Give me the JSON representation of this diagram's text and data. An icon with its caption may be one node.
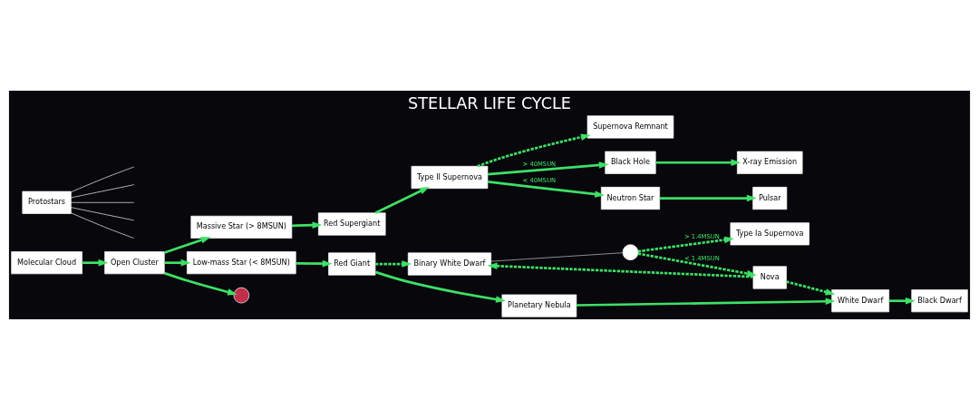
{
  "diagram": {
    "title": "STELLAR LIFE CYCLE",
    "nodes": [
      {
        "text": [
          "Molecular Cloud"
        ]
      },
      {
        "text": [
          "Open Cluster"
        ]
      },
      {
        "text": [
          "Protostars"
        ]
      },
      {
        "text": [
          "Massive Star (> 8MSUN)"
        ]
      },
      {
        "text": [
          "Low-mass Star (< 8MSUN)"
        ]
      },
      {
        "text": [],
        "shape": "circle"
      },
      {
        "text": [
          "Red Supergiant"
        ]
      },
      {
        "text": [
          "Type II Supernova"
        ]
      },
      {
        "text": [
          "Supernova Remnant"
        ]
      },
      {
        "text": [
          "Black Hole"
        ]
      },
      {
        "text": [
          "X-ray Emission"
        ]
      },
      {
        "text": [
          "Neutron Star"
        ]
      },
      {
        "text": [
          "Pulsar"
        ]
      },
      {
        "text": [
          "Red Giant"
        ]
      },
      {
        "text": [
          "Binary White Dwarf"
        ]
      },
      {
        "text": [],
        "shape": "circle"
      },
      {
        "text": [
          "Type Ia Supernova"
        ]
      },
      {
        "text": [
          "Nova"
        ]
      },
      {
        "text": [
          "Planetary Nebula"
        ]
      },
      {
        "text": [
          "White Dwarf"
        ]
      },
      {
        "text": [
          "Black Dwarf"
        ]
      }
    ],
    "edges": [
      {
        "from": 0,
        "to": 1,
        "arrow": "to"
      },
      {
        "from": 2,
        "to": null,
        "arrow": "none",
        "color": "#ffffff"
      },
      {
        "from": 2,
        "to": null,
        "arrow": "none",
        "color": "#ffffff"
      },
      {
        "from": 2,
        "to": null,
        "arrow": "none",
        "color": "#ffffff"
      },
      {
        "from": 2,
        "to": null,
        "arrow": "none",
        "color": "#ffffff"
      },
      {
        "from": 2,
        "to": null,
        "arrow": "none",
        "color": "#ffffff"
      },
      {
        "from": 1,
        "to": 3,
        "arrow": "to"
      },
      {
        "from": 1,
        "to": 4,
        "arrow": "to"
      },
      {
        "from": 1,
        "to": 5,
        "arrow": "to"
      },
      {
        "from": 3,
        "to": 6,
        "arrow": "to"
      },
      {
        "from": 6,
        "to": 7,
        "arrow": "to"
      },
      {
        "from": 7,
        "to": 8,
        "arrow": "to",
        "style": "dashed"
      },
      {
        "from": 7,
        "to": 9,
        "arrow": "to",
        "label": "> 40MSUN"
      },
      {
        "from": 7,
        "to": 11,
        "arrow": "to",
        "label": "< 40MSUN"
      },
      {
        "from": 9,
        "to": 10,
        "arrow": "to"
      },
      {
        "from": 11,
        "to": 12,
        "arrow": "to"
      },
      {
        "from": 4,
        "to": 13,
        "arrow": "to"
      },
      {
        "from": 13,
        "to": 14,
        "arrow": "to",
        "style": "dashed"
      },
      {
        "from": 14,
        "to": 15,
        "arrow": "none",
        "color": "#cccccc"
      },
      {
        "from": 15,
        "to": 16,
        "arrow": "to",
        "style": "dashed",
        "label": "> 1.4MSUN"
      },
      {
        "from": 15,
        "to": 17,
        "arrow": "to",
        "style": "dashed",
        "label": "< 1.4MSUN"
      },
      {
        "from": 17,
        "to": 14,
        "arrow": "to",
        "style": "dashed"
      },
      {
        "from": 17,
        "to": 19,
        "arrow": "to",
        "style": "dashed"
      },
      {
        "from": 13,
        "to": 18,
        "arrow": "to"
      },
      {
        "from": 18,
        "to": 19,
        "arrow": "to"
      },
      {
        "from": 19,
        "to": 20,
        "arrow": "to"
      }
    ]
  }
}
